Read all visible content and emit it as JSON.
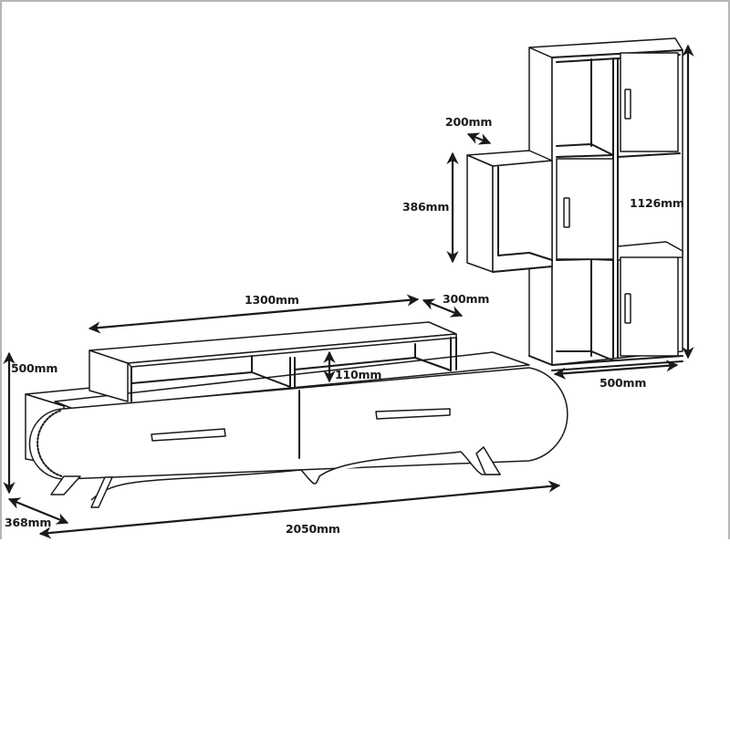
{
  "diagram": {
    "type": "furniture dimension drawing",
    "colors": {
      "line": "#1a1a1a",
      "background": "#ffffff",
      "frame": "#b5b5b5"
    },
    "tv_unit": {
      "dimensions": {
        "top_shelf_width": "1300mm",
        "top_shelf_depth": "300mm",
        "top_shelf_clearance": "110mm",
        "height": "500mm",
        "depth": "368mm",
        "width": "2050mm"
      }
    },
    "wall_shelf": {
      "dimensions": {
        "side_box_depth": "200mm",
        "side_box_height": "386mm",
        "height": "1126mm",
        "width": "500mm"
      }
    }
  }
}
